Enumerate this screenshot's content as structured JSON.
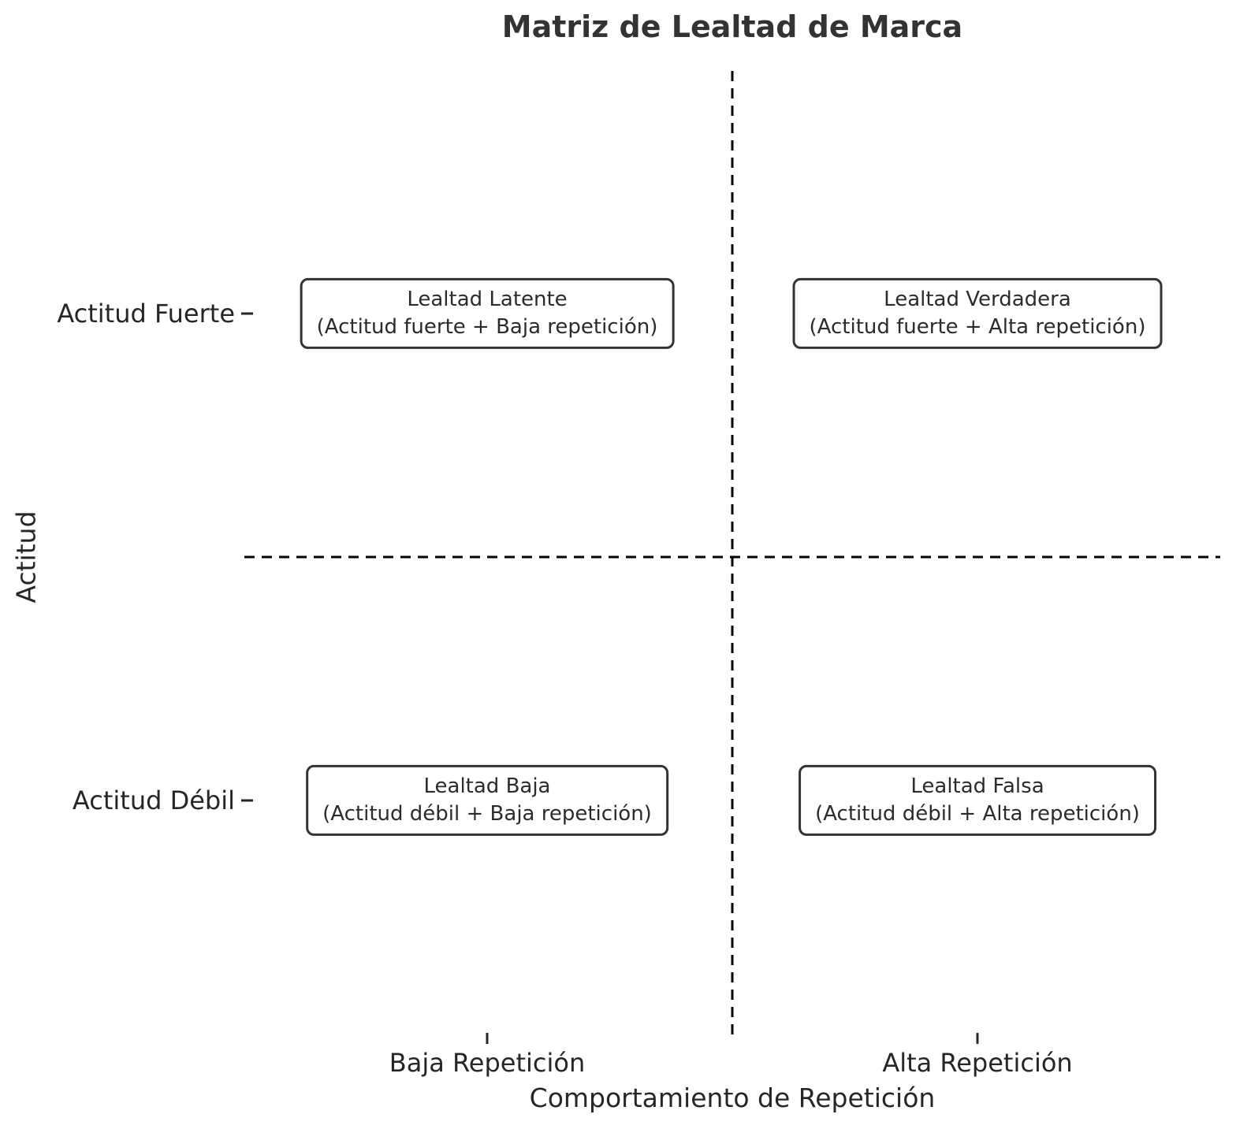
{
  "title": "Matriz de Lealtad de Marca",
  "axes": {
    "x_label": "Comportamiento de Repetición",
    "y_label": "Actitud",
    "x_ticks": [
      "Baja Repetición",
      "Alta Repetición"
    ],
    "y_ticks": [
      "Actitud Fuerte",
      "Actitud Débil"
    ],
    "frame": "hidden",
    "divider_style": "dashed"
  },
  "quadrants": {
    "top_left": {
      "line1": "Lealtad Latente",
      "line2": "(Actitud fuerte + Baja repetición)"
    },
    "top_right": {
      "line1": "Lealtad Verdadera",
      "line2": "(Actitud fuerte + Alta repetición)"
    },
    "bottom_left": {
      "line1": "Lealtad Baja",
      "line2": "(Actitud débil + Baja repetición)"
    },
    "bottom_right": {
      "line1": "Lealtad Falsa",
      "line2": "(Actitud débil + Alta repetición)"
    }
  },
  "colors": {
    "background": "#ffffff",
    "text": "#262626",
    "title": "#333333",
    "box_border": "#333333",
    "divider_line": "#000000"
  }
}
